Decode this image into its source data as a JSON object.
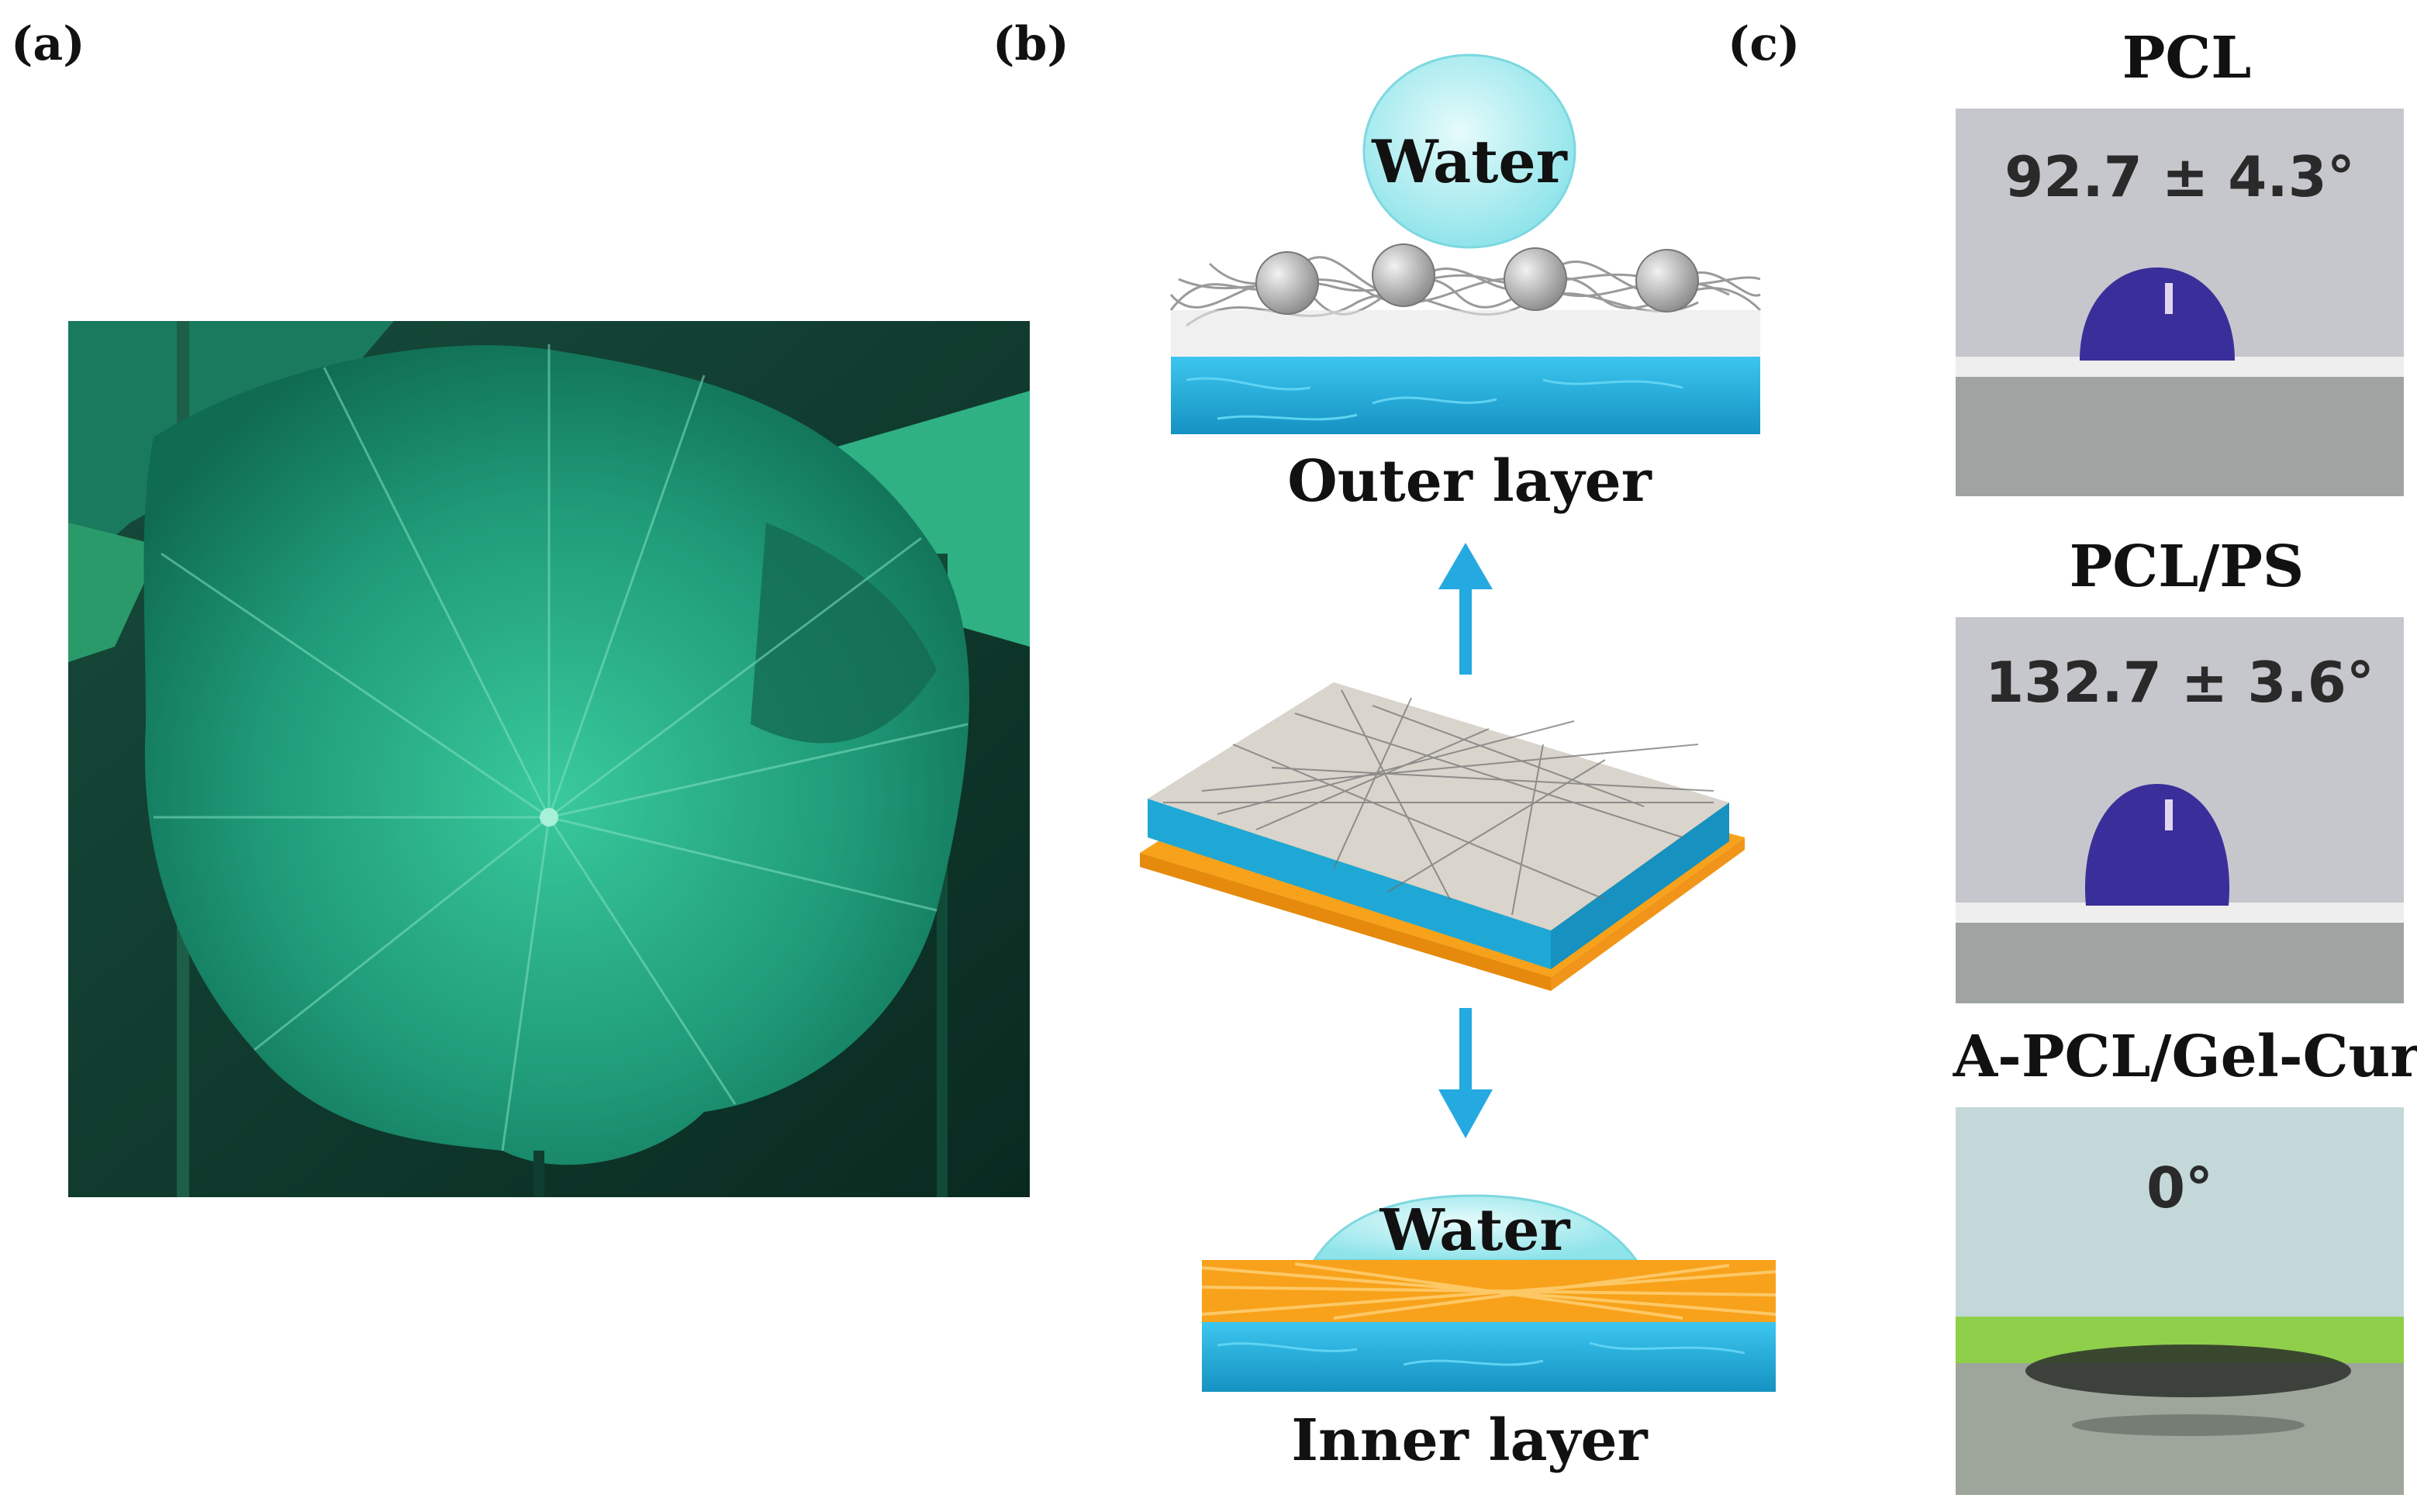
{
  "panels": {
    "a": {
      "label": "(a)"
    },
    "b": {
      "label": "(b)",
      "outer": {
        "water": "Water",
        "caption": "Outer layer"
      },
      "inner": {
        "water": "Water",
        "caption": "Inner layer"
      }
    },
    "c": {
      "label": "(c)",
      "samples": [
        {
          "title": "PCL",
          "angle": "92.7 ± 4.3°"
        },
        {
          "title": "PCL/PS",
          "angle": "132.7 ± 3.6°"
        },
        {
          "title": "A-PCL/Gel-Cur",
          "angle": "0°"
        }
      ]
    }
  },
  "colors": {
    "leaf": "#1f9a78",
    "water_drop": "#bff3f4",
    "blue_layer": "#1fb0dc",
    "orange_layer": "#f7a21a",
    "arrow": "#25a9e1",
    "droplet": "#3a2f9a",
    "wet_substrate": "#8fcf4a"
  },
  "icons": {
    "up_arrow": "arrow-up-icon",
    "down_arrow": "arrow-down-icon"
  }
}
